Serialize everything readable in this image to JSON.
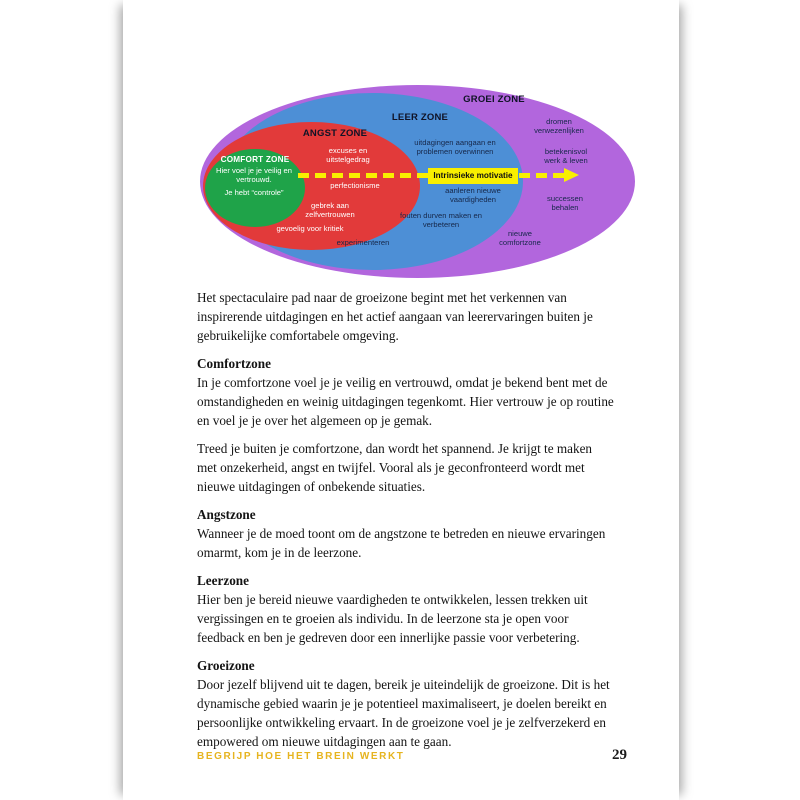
{
  "diagram": {
    "comfort": {
      "title": "COMFORT ZONE",
      "line1": "Hier voel je je veilig en vertrouwd.",
      "line2": "Je hebt “controle”",
      "color": "#1fa349"
    },
    "angst": {
      "title": "ANGST ZONE",
      "items": [
        "excuses en uitstelgedrag",
        "perfectionisme",
        "gebrek aan zelfvertrouwen",
        "gevoelig voor kritiek"
      ],
      "color": "#e23a3a"
    },
    "leer": {
      "title": "LEER ZONE",
      "items": [
        "uitdagingen aangaan en problemen overwinnen",
        "aanleren nieuwe vaardigheden",
        "fouten durven maken en verbeteren",
        "experimenteren",
        "nieuwe comfortzone"
      ],
      "color": "#4d8fd6"
    },
    "groei": {
      "title": "GROEI ZONE",
      "items": [
        "dromen verwezenlijken",
        "betekenisvol werk & leven",
        "successen behalen"
      ],
      "color": "#b266dd"
    },
    "motivation_label": "Intrinsieke motivatie",
    "arrow_color": "#f9ef00"
  },
  "body": {
    "intro": "Het spectaculaire pad naar de groeizone begint met het verkennen van inspirerende uitdagingen en het actief aangaan van leerervaringen buiten je gebruikelijke comfortabele omgeving.",
    "sections": [
      {
        "heading": "Comfortzone",
        "paragraphs": [
          "In je comfortzone voel je je veilig en vertrouwd, omdat je bekend bent met de omstandigheden en weinig uitdagingen tegenkomt. Hier vertrouw je op routine en voel je je over het algemeen op je gemak.",
          "Treed je buiten je comfortzone, dan wordt het spannend. Je krijgt te maken met onzekerheid, angst en twijfel. Vooral als je geconfronteerd wordt met nieuwe uitdagingen of onbekende situaties."
        ]
      },
      {
        "heading": "Angstzone",
        "paragraphs": [
          "Wanneer je de moed toont om de angstzone te betreden en nieuwe ervaringen omarmt, kom je in de leerzone."
        ]
      },
      {
        "heading": "Leerzone",
        "paragraphs": [
          "Hier ben je bereid nieuwe vaardigheden te ontwikkelen, lessen trekken uit vergissingen en te groeien als individu. In de leerzone sta je open voor feedback en ben je gedreven door een innerlijke passie voor verbetering."
        ]
      },
      {
        "heading": "Groeizone",
        "paragraphs": [
          "Door jezelf blijvend uit te dagen, bereik je uiteindelijk de groeizone. Dit is het dynamische gebied waarin je je potentieel maximaliseert, je doelen bereikt en persoonlijke ontwikkeling ervaart. In de groeizone voel je je zelfverzekerd en empowered om nieuwe uitdagingen aan te gaan."
        ]
      }
    ]
  },
  "footer": {
    "title": "BEGRIJP HOE HET BREIN WERKT",
    "page_number": "29"
  }
}
